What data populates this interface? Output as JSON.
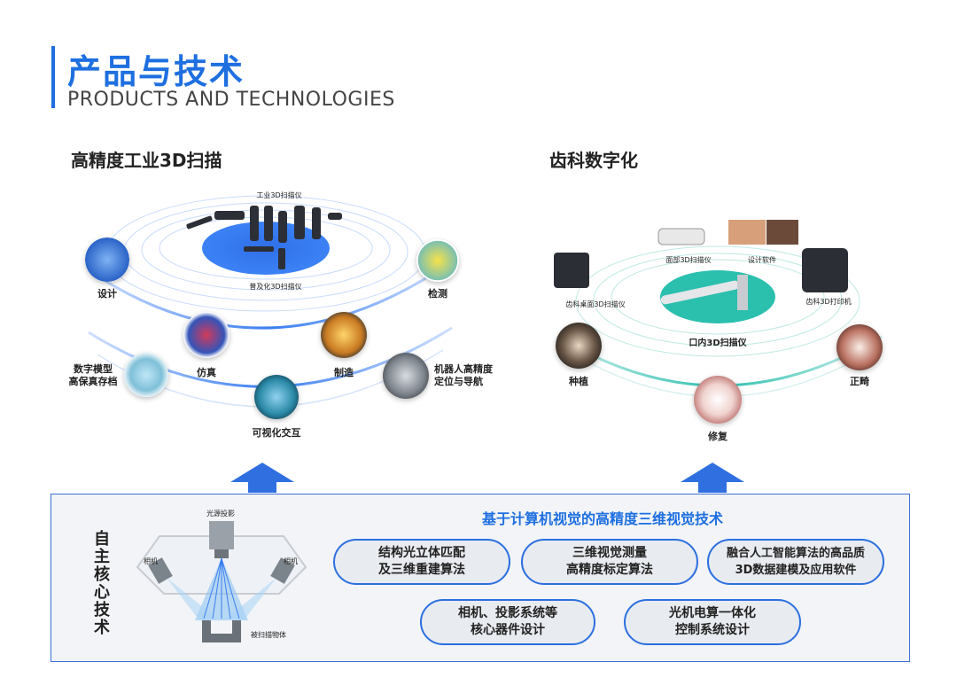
{
  "header": {
    "title_cn": "产品与技术",
    "title_en": "PRODUCTS AND TECHNOLOGIES"
  },
  "left": {
    "title": "高精度工业3D扫描",
    "center_top_label": "工业3D扫描仪",
    "center_bottom_label": "普及化3D扫描仪",
    "nodes": {
      "design": "设计",
      "inspect": "检测",
      "simulation": "仿真",
      "manufacture": "制造",
      "archive": "数字模型\n高保真存档",
      "robot": "机器人高精度\n定位与导航",
      "visual": "可视化交互"
    }
  },
  "right": {
    "title": "齿科数字化",
    "labels": {
      "face_scanner": "面部3D扫描仪",
      "design_software": "设计软件",
      "desktop_scanner": "齿科桌面3D扫描仪",
      "printer": "齿科3D打印机",
      "intraoral": "口内3D扫描仪",
      "implant": "种植",
      "ortho": "正畸",
      "restore": "修复"
    }
  },
  "tech": {
    "vertical_title": "自主核心技术",
    "diagram": {
      "projector": "光源投影",
      "camera_left": "相机",
      "camera_right": "相机",
      "object": "被扫描物体"
    },
    "headline": "基于计算机视觉的高精度三维视觉技术",
    "pills": [
      "结构光立体匹配\n及三维重建算法",
      "三维视觉测量\n高精度标定算法",
      "融合人工智能算法的高品质\n3D数据建模及应用软件",
      "相机、投影系统等\n核心器件设计",
      "光机电算一体化\n控制系统设计"
    ]
  },
  "colors": {
    "accent": "#1e6fe0",
    "teal": "#2bbfae",
    "blue_arc": "#3a7ef0"
  }
}
